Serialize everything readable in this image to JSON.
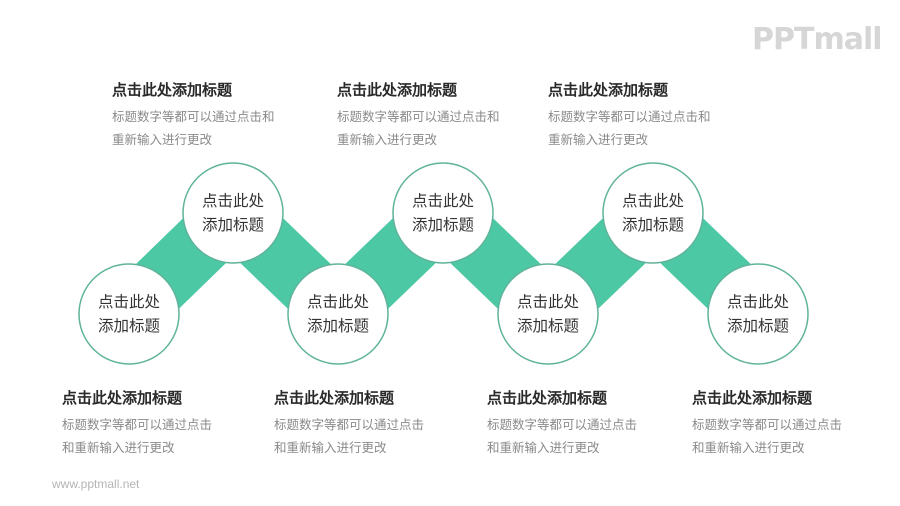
{
  "logo": {
    "text": "PPTmall"
  },
  "footer": {
    "url": "www.pptmall.net"
  },
  "colors": {
    "accent": "#4dc8a4",
    "circle_stroke": "#5fb39a",
    "title_text": "#2a2a2a",
    "desc_text": "#8a8a8a",
    "logo": "#d6d6d6"
  },
  "nodes": [
    {
      "line1": "点击此处",
      "line2": "添加标题"
    },
    {
      "line1": "点击此处",
      "line2": "添加标题"
    },
    {
      "line1": "点击此处",
      "line2": "添加标题"
    },
    {
      "line1": "点击此处",
      "line2": "添加标题"
    },
    {
      "line1": "点击此处",
      "line2": "添加标题"
    },
    {
      "line1": "点击此处",
      "line2": "添加标题"
    },
    {
      "line1": "点击此处",
      "line2": "添加标题"
    }
  ],
  "captions_top": [
    {
      "title": "点击此处添加标题",
      "desc": "标题数字等都可以通过点击和重新输入进行更改"
    },
    {
      "title": "点击此处添加标题",
      "desc": "标题数字等都可以通过点击和重新输入进行更改"
    },
    {
      "title": "点击此处添加标题",
      "desc": "标题数字等都可以通过点击和重新输入进行更改"
    }
  ],
  "captions_bottom": [
    {
      "title": "点击此处添加标题",
      "desc": "标题数字等都可以通过点击和重新输入进行更改"
    },
    {
      "title": "点击此处添加标题",
      "desc": "标题数字等都可以通过点击和重新输入进行更改"
    },
    {
      "title": "点击此处添加标题",
      "desc": "标题数字等都可以通过点击和重新输入进行更改"
    },
    {
      "title": "点击此处添加标题",
      "desc": "标题数字等都可以通过点击和重新输入进行更改"
    }
  ]
}
